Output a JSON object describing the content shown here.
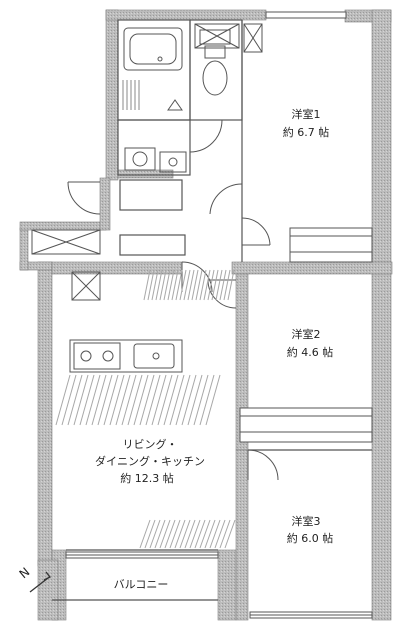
{
  "rooms": {
    "western1": {
      "name": "洋室1",
      "area": "約 6.7 帖"
    },
    "western2": {
      "name": "洋室2",
      "area": "約 4.6 帖"
    },
    "western3": {
      "name": "洋室3",
      "area": "約 6.0 帖"
    },
    "ldk": {
      "line1": "リビング・",
      "line2": "ダイニング・キッチン",
      "area": "約 12.3 帖"
    }
  },
  "balcony": {
    "label": "バルコニー"
  },
  "compass": {
    "letter": "N"
  },
  "colors": {
    "wall": "#b9b9b9",
    "wall_edge": "#7d7d7d",
    "line": "#555555",
    "text": "#222222"
  }
}
